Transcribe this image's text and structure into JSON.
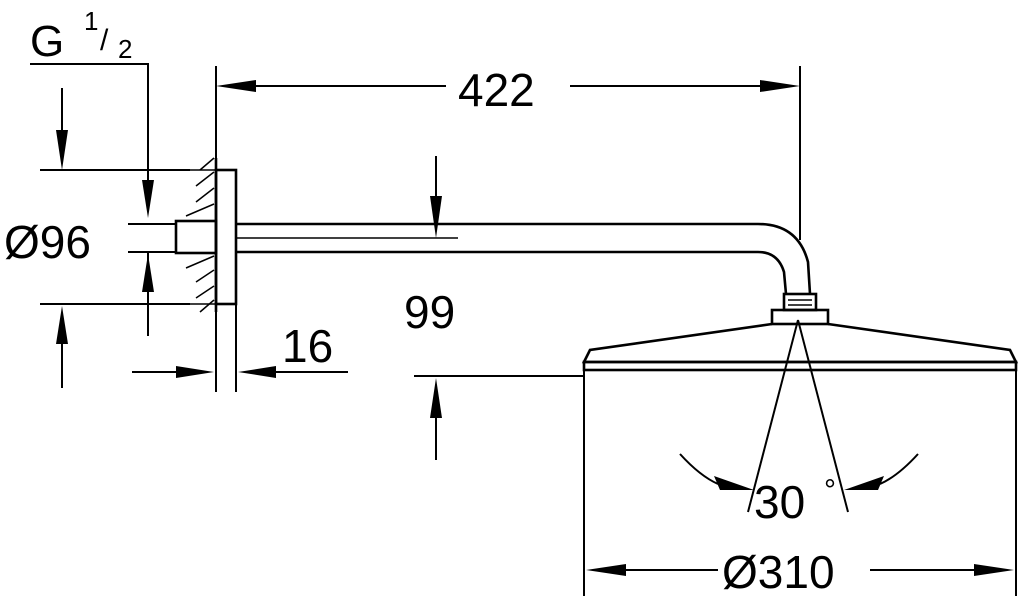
{
  "dimensions": {
    "thread": {
      "prefix": "G",
      "fraction_num": "1",
      "fraction_sep": "/",
      "fraction_den": "2"
    },
    "arm_length": "422",
    "flange_diameter": "Ø96",
    "drop_height": "99",
    "flange_depth": "16",
    "spray_angle": {
      "value": "30",
      "unit": "°"
    },
    "head_diameter": "Ø310"
  },
  "colors": {
    "line": "#000000",
    "background": "#ffffff"
  }
}
